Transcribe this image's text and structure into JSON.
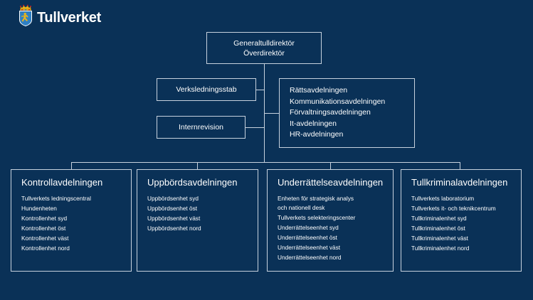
{
  "brand": {
    "wordmark": "Tullverket",
    "crest_name": "tullverket-coat-of-arms",
    "colors": {
      "background": "#0a3157",
      "line": "#c7d2de",
      "text": "#ffffff",
      "crest_gold": "#e8b31c",
      "crest_blue": "#2e7fc4"
    }
  },
  "org": {
    "top": {
      "line1": "Generaltulldirektör",
      "line2": "Överdirektör"
    },
    "staff": [
      {
        "label": "Verksledningsstab"
      },
      {
        "label": "Internrevision"
      }
    ],
    "departments": {
      "items": [
        "Rättsavdelningen",
        "Kommunikationsavdelningen",
        "Förvaltningsavdelningen",
        "It-avdelningen",
        "HR-avdelningen"
      ]
    },
    "divisions": [
      {
        "title": "Kontrollavdelningen",
        "units": [
          "Tullverkets ledningscentral",
          "Hundenheten",
          "Kontrollenhet syd",
          "Kontrollenhet öst",
          "Kontrollenhet väst",
          "Kontrollenhet nord"
        ]
      },
      {
        "title": "Uppbördsavdelningen",
        "units": [
          "Uppbördsenhet syd",
          "Uppbördsenhet öst",
          "Uppbördsenhet väst",
          "Uppbördsenhet nord"
        ]
      },
      {
        "title": "Underrättelseavdelningen",
        "units": [
          "Enheten för strategisk analys\noch nationell desk",
          "Tullverkets selekteringscenter",
          "Underrättelseenhet syd",
          "Underrättelseenhet öst",
          "Underrättelseenhet väst",
          "Underrättelseenhet nord"
        ]
      },
      {
        "title": "Tullkriminalavdelningen",
        "units": [
          "Tullverkets laboratorium",
          "Tullverkets it- och teknikcentrum",
          "Tullkriminalenhet syd",
          "Tullkriminalenhet öst",
          "Tullkriminalenhet väst",
          "Tullkriminalenhet nord"
        ]
      }
    ]
  }
}
